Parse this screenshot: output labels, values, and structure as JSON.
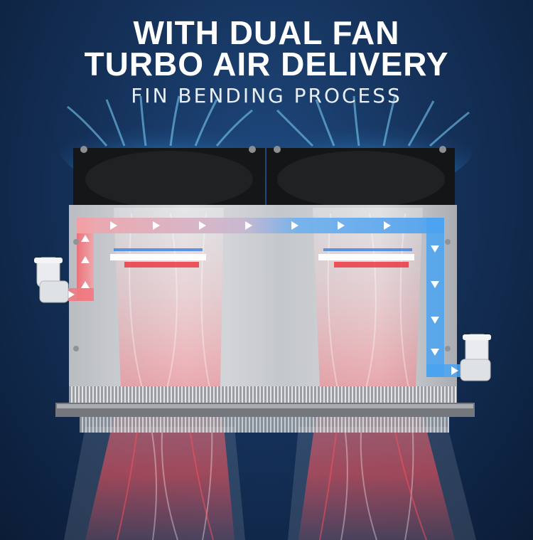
{
  "headline": {
    "line1": "WITH DUAL FAN",
    "line2": "TURBO AIR DELIVERY",
    "subtitle": "FIN BENDING PROCESS"
  },
  "colors": {
    "background": "#15325b",
    "hot_flow": "#e8434f",
    "cold_flow": "#3a8ee6",
    "glow": "#5ec8ff",
    "panel": "#c9ccd0"
  },
  "icons": {
    "fans": "dual-fan-icon",
    "inlet": "pipe-fitting-icon",
    "outlet": "pipe-fitting-icon"
  }
}
